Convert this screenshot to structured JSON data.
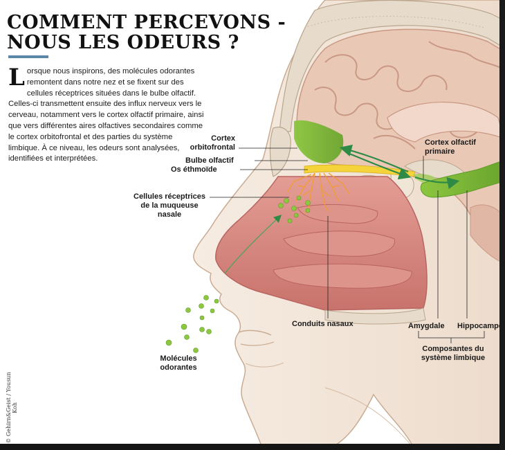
{
  "title": "COMMENT PERCEVONS - NOUS LES ODEURS ?",
  "intro": {
    "dropcap": "L",
    "text": "orsque nous inspirons, des molécules odorantes remontent dans notre nez et se fixent sur des cellules réceptrices situées dans le bulbe olfactif. Celles-ci transmettent ensuite des influx nerveux vers le cerveau, notamment vers le cortex olfactif primaire, ainsi que vers différentes aires olfactives secondaires comme le cortex orbitofrontal et des parties du système limbique. À ce niveau, les odeurs sont analysées, identifiées et interprétées."
  },
  "labels": {
    "cortex_orbitofrontal": "Cortex\norbitofrontal",
    "bulbe_olfactif": "Bulbe olfactif",
    "os_ethmoide": "Os éthmoïde",
    "cellules_receptrices": "Cellules réceptrices\nde la muqueuse\nnasale",
    "cortex_olfactif_primaire": "Cortex olfactif\nprimaire",
    "conduits_nasaux": "Conduits nasaux",
    "amygdale": "Amygdale",
    "hippocampe": "Hippocampe",
    "composantes": "Composantes du\nsystème limbique",
    "molecules": "Molécules\nodorantes"
  },
  "credit": "© Gehirn&Geist / Yousun Koh",
  "colors": {
    "skin": "#f3e6d9",
    "skin_line": "#c9ab93",
    "brain": "#eac8b6",
    "brain_fold": "#c99883",
    "bone": "#e7dccb",
    "bone_line": "#b8a58d",
    "nasal": "#d98b84",
    "nasal_dark": "#b96460",
    "green": "#7fb83a",
    "yellow": "#f5d33a",
    "orange": "#f29c32",
    "accent_rule": "#5b87a8"
  }
}
